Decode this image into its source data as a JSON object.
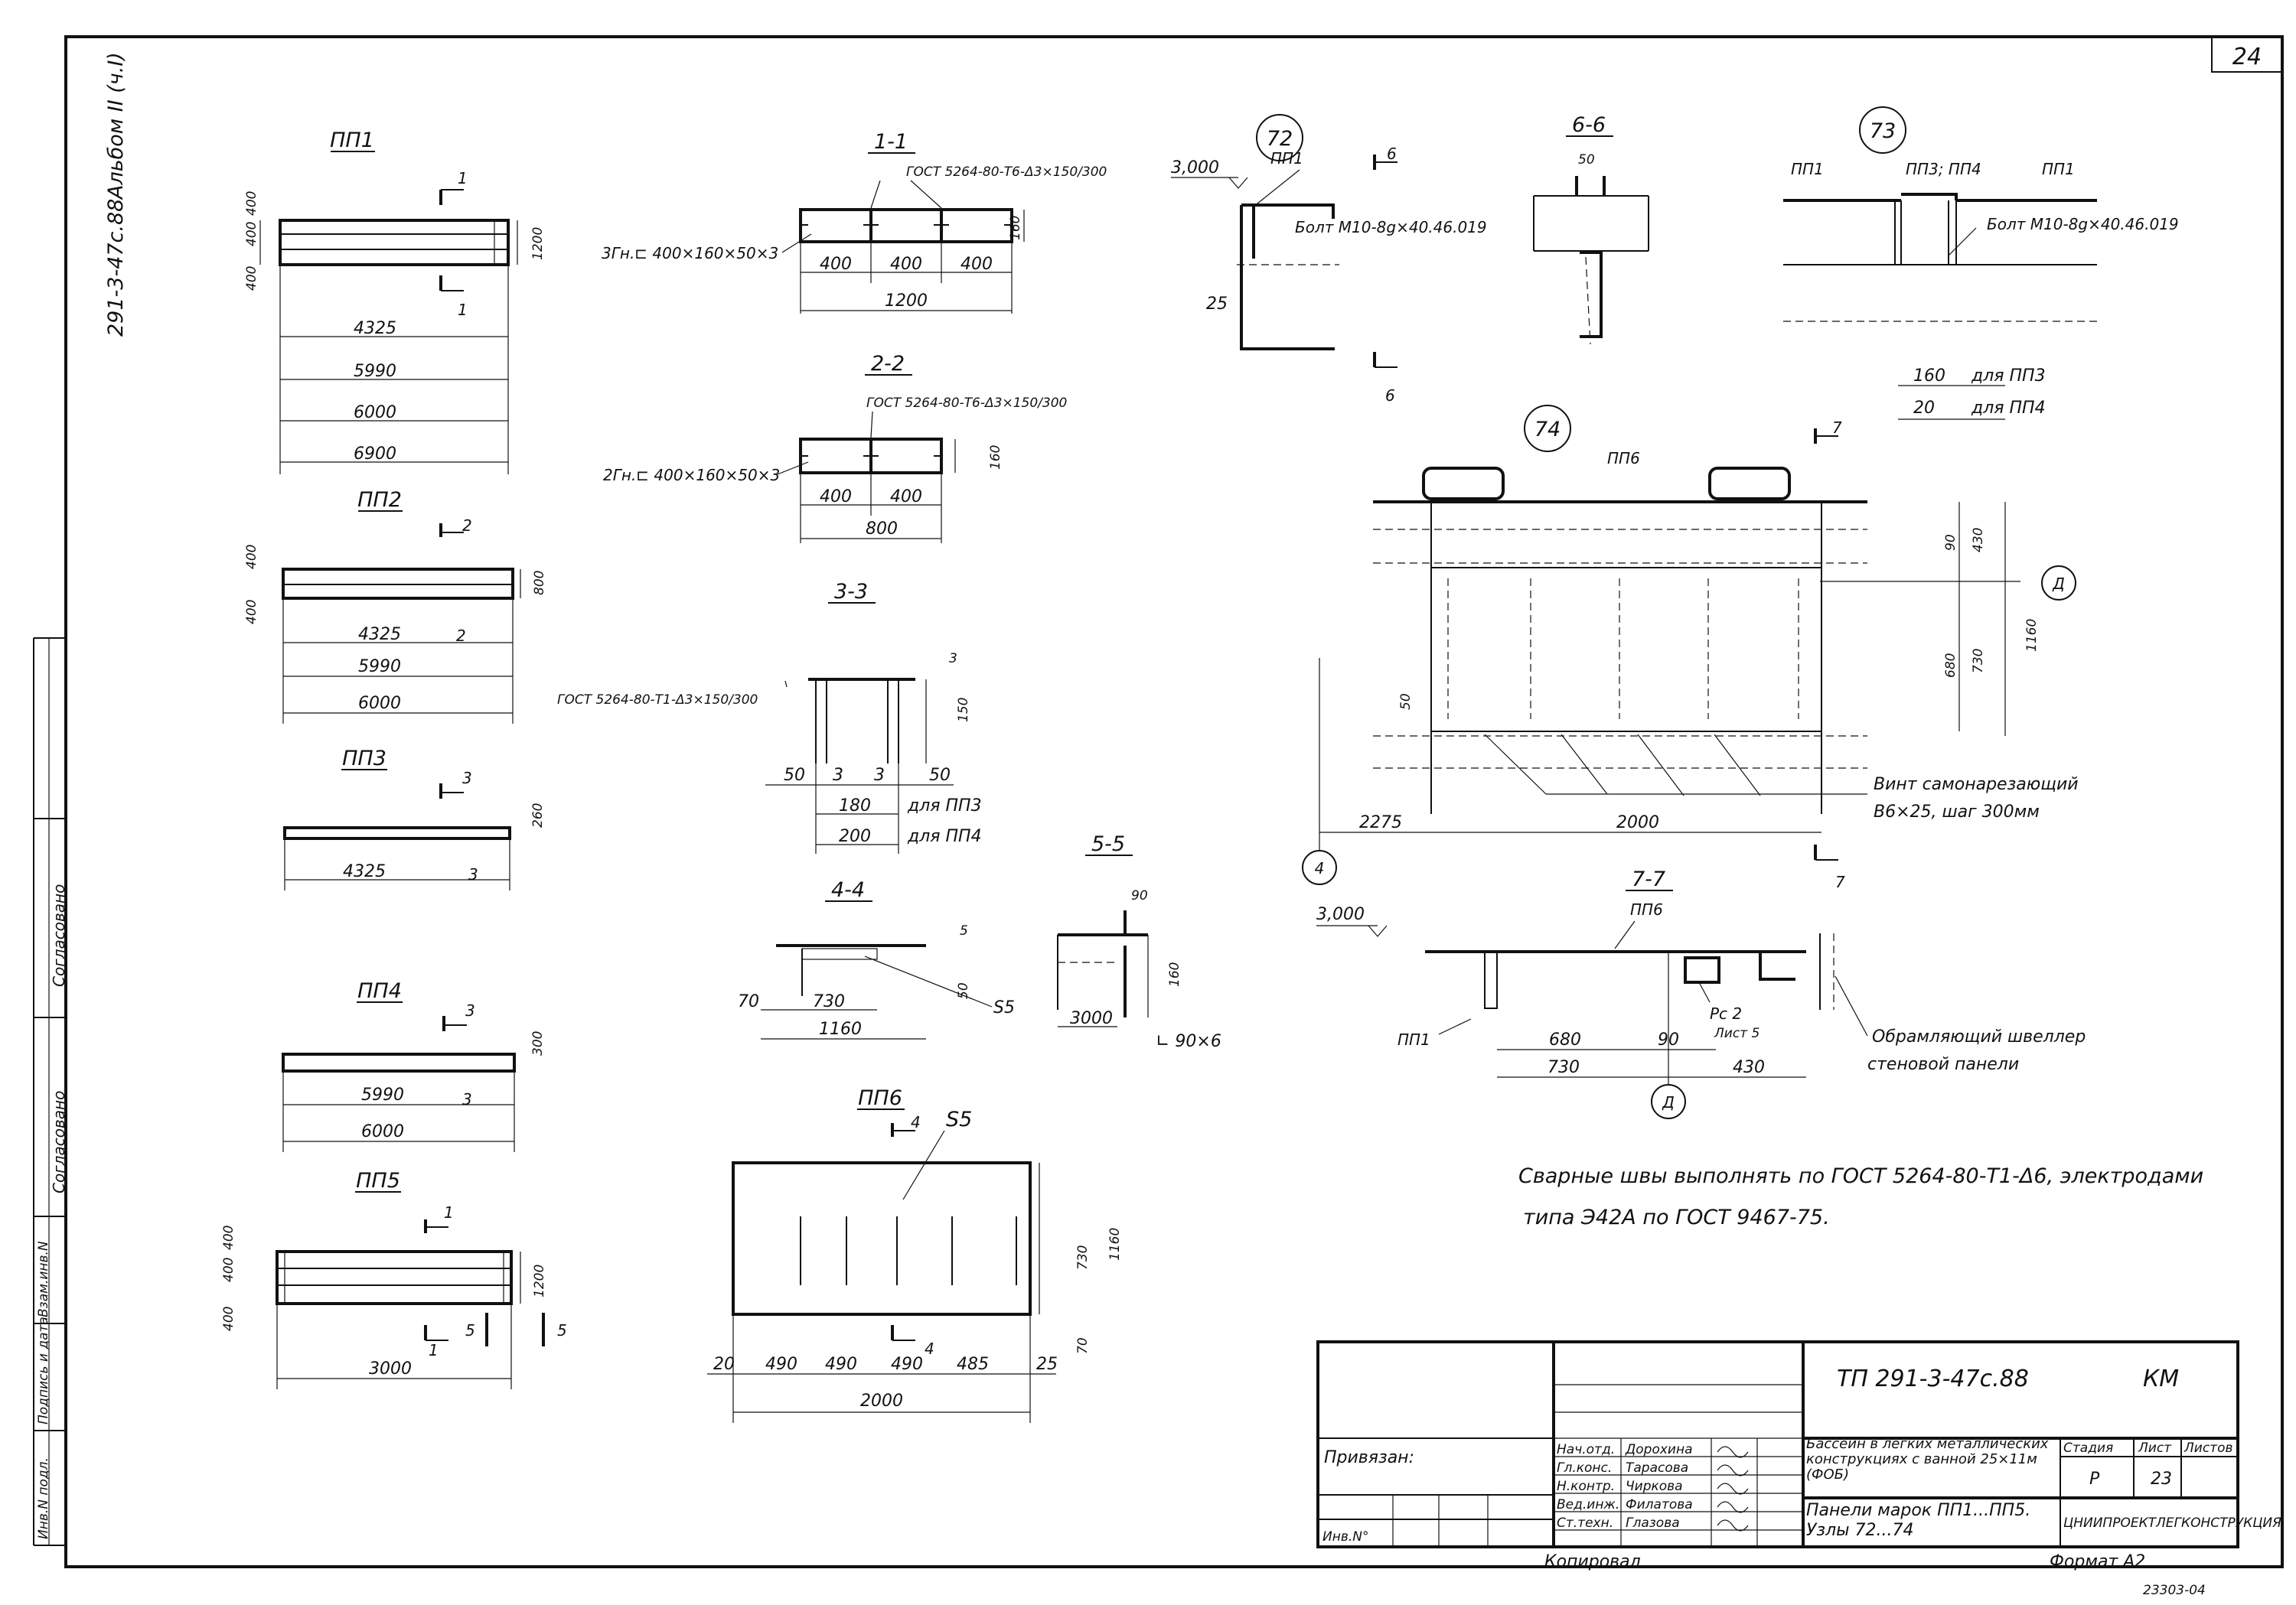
{
  "sheet": {
    "number": "24",
    "vertical_code": "291-3-47с.88",
    "album": "Альбом II (ч.I)",
    "stamp_bottom": "23303-04"
  },
  "side_stamp": {
    "agreed_1": "Согласовано",
    "agreed_2": "Согласовано",
    "inv_orig": "Инв.N подл.",
    "sign_date": "Подпись и дата",
    "inv_repl": "Взам.инв.N"
  },
  "panels": {
    "pp1": {
      "title": "ПП1",
      "sec": "1",
      "h1": "400",
      "h2": "400",
      "h3": "400",
      "total": "1200",
      "lengths": [
        "4325",
        "5990",
        "6000",
        "6900"
      ]
    },
    "pp2": {
      "title": "ПП2",
      "sec": "2",
      "h1": "400",
      "h2": "400",
      "total": "800",
      "lengths": [
        "4325",
        "5990",
        "6000"
      ]
    },
    "pp3": {
      "title": "ПП3",
      "sec": "3",
      "total": "260",
      "length": "4325"
    },
    "pp4": {
      "title": "ПП4",
      "sec": "3",
      "total": "300",
      "lengths": [
        "5990",
        "6000"
      ]
    },
    "pp5": {
      "title": "ПП5",
      "sec1": "1",
      "sec5": "5",
      "h1": "400",
      "h2": "400",
      "h3": "400",
      "total": "1200",
      "length": "3000"
    }
  },
  "sections": {
    "s11": {
      "title": "1-1",
      "gost": "ГОСТ 5264-80-Т6-Δ3×150/300",
      "profile": "3Гн.⊏ 400×160×50×3",
      "dims": [
        "400",
        "400",
        "400"
      ],
      "total": "1200",
      "height": "160"
    },
    "s22": {
      "title": "2-2",
      "gost": "ГОСТ 5264-80-Т6-Δ3×150/300",
      "profile": "2Гн.⊏ 400×160×50×3",
      "dims": [
        "400",
        "400"
      ],
      "total": "800",
      "height": "160"
    },
    "s33": {
      "title": "3-3",
      "gost": "ГОСТ 5264-80-Т1-Δ3×150/300",
      "d50a": "50",
      "d3a": "3",
      "d3b": "3",
      "d50b": "50",
      "d3top": "3",
      "h150": "150",
      "w180": "180",
      "for3": "для ПП3",
      "w200": "200",
      "for4": "для ПП4"
    },
    "s44": {
      "title": "4-4",
      "d70": "70",
      "d730": "730",
      "d1160": "1160",
      "d5": "5",
      "d50": "50",
      "s5": "S5"
    },
    "s55": {
      "title": "5-5",
      "d90": "90",
      "d160": "160",
      "d3000": "3000",
      "angle": "∟ 90×6"
    },
    "s66": {
      "title": "6-6",
      "sec": "6",
      "d50": "50"
    },
    "s77": {
      "title": "7-7",
      "elev": "3,000",
      "pp6": "ПП6",
      "pp1": "ПП1",
      "d680": "680",
      "d90": "90",
      "d730": "730",
      "d430": "430",
      "rc": "Рс 2",
      "sheet": "Лист 5",
      "axis": "Д",
      "note1": "Обрамляющий швеллер",
      "note2": "стеновой панели"
    }
  },
  "nodes": {
    "n72": {
      "num": "72",
      "elev": "3,000",
      "pp1": "ПП1",
      "sec": "6",
      "bolt": "Болт М10-8g×40.46.019",
      "d25": "25"
    },
    "n73": {
      "num": "73",
      "pp1a": "ПП1",
      "pp34": "ПП3; ПП4",
      "pp1b": "ПП1",
      "bolt": "Болт М10-8g×40.46.019",
      "d160": "160",
      "for3": "для ПП3",
      "d20": "20",
      "for4": "для ПП4"
    },
    "n74": {
      "num": "74",
      "pp6": "ПП6",
      "sec": "7",
      "d90": "90",
      "d430": "430",
      "d680": "680",
      "d730": "730",
      "d1160": "1160",
      "d50": "50",
      "axisD": "Д",
      "axis4": "4",
      "d2275": "2275",
      "d2000": "2000",
      "note1": "Винт самонарезающий",
      "note2": "В6×25, шаг 300мм"
    }
  },
  "pp6": {
    "title": "ПП6",
    "s5": "S5",
    "sec": "4",
    "dims": [
      "20",
      "490",
      "490",
      "490",
      "485",
      "25"
    ],
    "total": "2000",
    "d730": "730",
    "d1160": "1160",
    "d70": "70"
  },
  "notes": {
    "line1": "Сварные швы выполнять по ГОСТ 5264-80-Т1-Δ6, электродами",
    "line2": "типа Э42А по ГОСТ 9467-75."
  },
  "title_block": {
    "code": "ТП 291-3-47с.88",
    "mark": "КМ",
    "project": "Бассейн в легких металлических конструкциях с ванной 25×11м (ФОБ)",
    "stage_h": "Стадия",
    "sheet_h": "Лист",
    "sheets_h": "Листов",
    "stage": "Р",
    "sheet": "23",
    "sheets": "",
    "content": "Панели марок ПП1...ПП5. Узлы 72...74",
    "org": "ЦНИИПРОЕКТЛЕГКОНСТРУКЦИЯ",
    "roles": [
      "Нач.отд.",
      "Гл.конс.",
      "Н.контр.",
      "Вед.инж.",
      "Ст.техн."
    ],
    "names": [
      "Дорохина",
      "Тарасова",
      "Чиркова",
      "Филатова",
      "Глазова"
    ],
    "bound": "Привязан:",
    "inv": "Инв.N°",
    "copied": "Копировал",
    "format": "Формат А2"
  }
}
